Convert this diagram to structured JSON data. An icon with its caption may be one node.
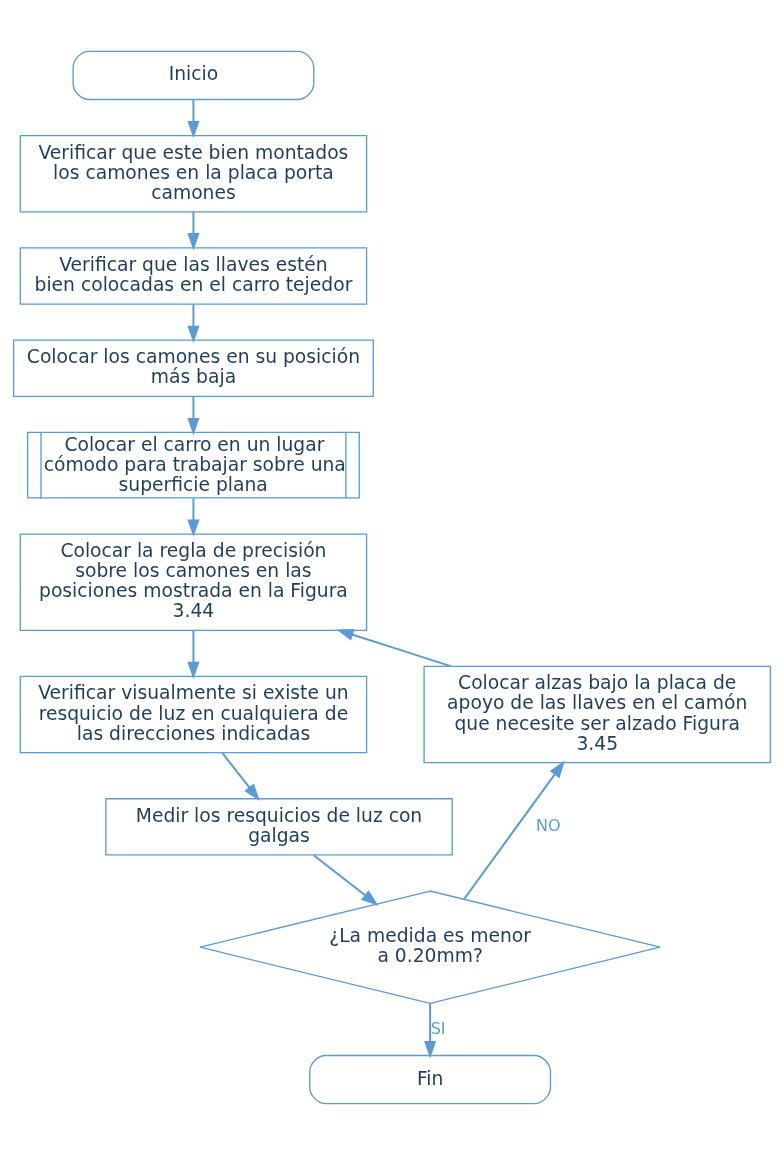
{
  "diagram": {
    "nodes": [
      {
        "text": [
          "Inicio"
        ]
      },
      {
        "text": [
          "Verificar que este bien montados los camones en la placa porta camones"
        ]
      },
      {
        "text": [
          "Verificar que las llaves estén bien colocadas en el carro tejedor"
        ]
      },
      {
        "text": [
          "Colocar los camones en su posición más baja"
        ]
      },
      {
        "text": [
          "Colocar el carro en un lugar cómodo para trabajar sobre una superficie plana"
        ]
      },
      {
        "text": [
          "Colocar la regla de precisión sobre los camones en las posiciones mostrada en la Figura 3.44"
        ]
      },
      {
        "text": [
          "Verificar visualmente si existe un resquicio de luz en cualquiera de las direcciones indicadas"
        ]
      },
      {
        "text": [
          "Medir los resquicios de luz con galgas"
        ]
      },
      {
        "text": [
          "¿La medida es menor a 0.20mm?"
        ]
      },
      {
        "text": [
          "Colocar alzas bajo la placa de apoyo de las llaves en el camón que necesite ser alzado Figura 3.45"
        ]
      },
      {
        "text": [
          "Fin"
        ]
      }
    ],
    "edges": [
      {
        "from": 0,
        "to": 1,
        "arrow": "to"
      },
      {
        "from": 1,
        "to": 2,
        "arrow": "to"
      },
      {
        "from": 2,
        "to": 3,
        "arrow": "to"
      },
      {
        "from": 3,
        "to": 4,
        "arrow": "to"
      },
      {
        "from": 4,
        "to": 5,
        "arrow": "to"
      },
      {
        "from": 5,
        "to": 6,
        "arrow": "to"
      },
      {
        "from": 6,
        "to": 7,
        "arrow": "to"
      },
      {
        "from": 7,
        "to": 8,
        "arrow": "to"
      },
      {
        "from": 8,
        "to": 9,
        "arrow": "to",
        "label": "NO"
      },
      {
        "from": 9,
        "to": 5,
        "arrow": "to"
      },
      {
        "from": 8,
        "to": 10,
        "arrow": "to",
        "label": "SI"
      }
    ]
  }
}
